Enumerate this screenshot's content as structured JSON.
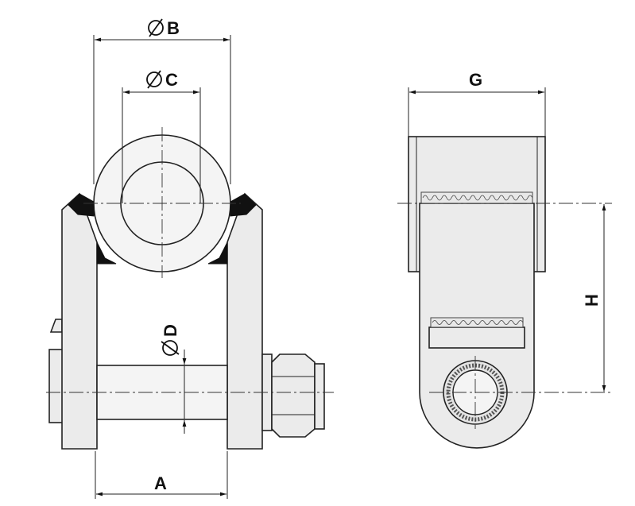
{
  "labels": {
    "dia_b": "B",
    "dia_c": "C",
    "dia_d": "D",
    "width_a": "A",
    "width_g": "G",
    "height_h": "H"
  },
  "symbols": {
    "diameter": "diameter-symbol"
  },
  "colors": {
    "line": "#222222",
    "fill": "#ebebeb",
    "weld": "#111111"
  }
}
